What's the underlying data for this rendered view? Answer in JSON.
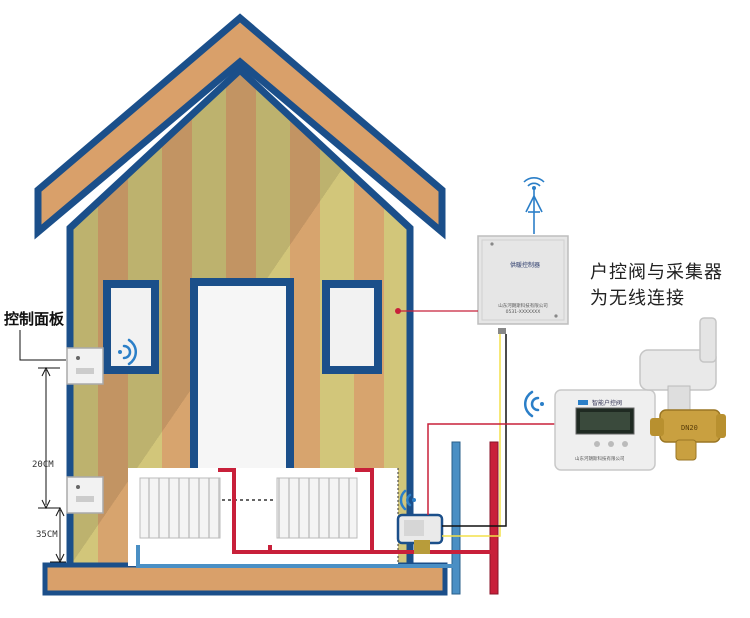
{
  "labels": {
    "control_panel": "控制面板",
    "wireless_caption_line1": "户控阀与采集器",
    "wireless_caption_line2": "为无线连接",
    "dim_20cm": "20CM",
    "dim_35cm": "35CM"
  },
  "collector_box": {
    "title": "供暖控制器",
    "company": "山东河朗斯科技有限公司",
    "phone": "0531-XXXXXXX"
  },
  "valve_meter": {
    "title": "智能户控阀",
    "company": "山东河朗斯科技有限公司",
    "model": "DN20"
  },
  "colors": {
    "house_outline": "#1b4f8a",
    "roof_fill": "#d9a06a",
    "stripe_a": "#d2c67a",
    "stripe_b": "#d7a46e",
    "pipe_hot": "#c8203a",
    "pipe_cold": "#4a8fc4",
    "signal_wire": "#f3e04a",
    "wifi": "#2b7fc8"
  }
}
